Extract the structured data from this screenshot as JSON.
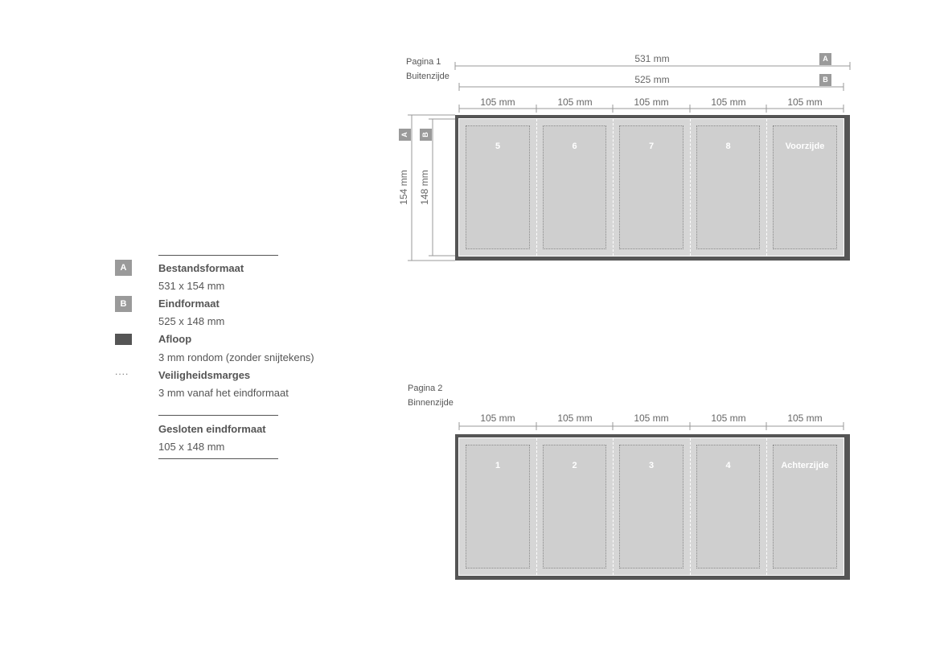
{
  "legend": {
    "a_badge": "A",
    "a_title": "Bestandsformaat",
    "a_value": "531 x 154 mm",
    "b_badge": "B",
    "b_title": "Eindformaat",
    "b_value": "525 x 148 mm",
    "bleed_title": "Afloop",
    "bleed_value": "3 mm rondom (zonder snijtekens)",
    "safety_symbol": "....",
    "safety_title": "Veiligheidsmarges",
    "safety_value": "3 mm vanaf het eindformaat",
    "closed_title": "Gesloten eindformaat",
    "closed_value": "105 x 148 mm",
    "colors": {
      "badge": "#9a9a9a",
      "bleed": "#555555",
      "paper": "#d6d6d6"
    }
  },
  "page1": {
    "label_line1": "Pagina 1",
    "label_line2": "Buitenzijde",
    "width_a": "531 mm",
    "width_b": "525 mm",
    "badge_a": "A",
    "badge_b": "B",
    "height_a": "154 mm",
    "height_b": "148 mm",
    "panel_widths": [
      "105 mm",
      "105 mm",
      "105 mm",
      "105 mm",
      "105 mm"
    ],
    "panels": [
      "5",
      "6",
      "7",
      "8",
      "Voorzijde"
    ]
  },
  "page2": {
    "label_line1": "Pagina 2",
    "label_line2": "Binnenzijde",
    "panel_widths": [
      "105 mm",
      "105 mm",
      "105 mm",
      "105 mm",
      "105 mm"
    ],
    "panels": [
      "1",
      "2",
      "3",
      "4",
      "Achterzijde"
    ]
  }
}
